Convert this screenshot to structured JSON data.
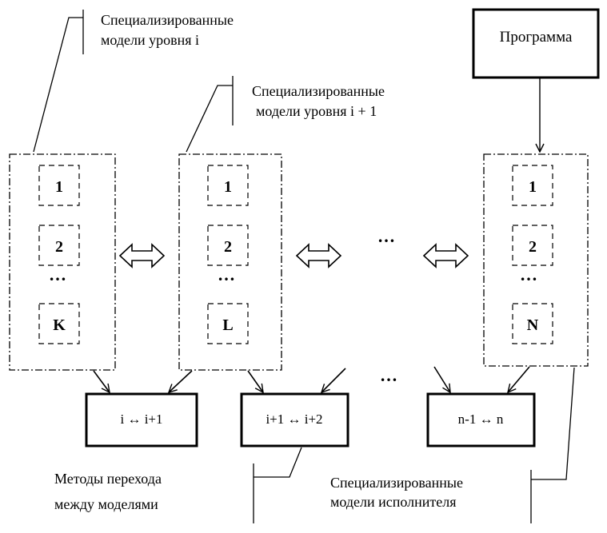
{
  "labels": {
    "level_i": [
      "Специализированные",
      "модели уровня i"
    ],
    "level_i1": [
      "Специализированные",
      "модели уровня i + 1"
    ],
    "program": "Программа",
    "methods": [
      "Методы перехода",
      "между моделями"
    ],
    "executor": [
      "Специализированные",
      "модели исполнителя"
    ]
  },
  "groups": [
    {
      "items": [
        "1",
        "2",
        "…",
        "K"
      ]
    },
    {
      "items": [
        "1",
        "2",
        "…",
        "L"
      ]
    },
    {
      "items": [
        "1",
        "2",
        "…",
        "N"
      ]
    }
  ],
  "between_dots": "…",
  "bottom_dots": "…",
  "transitions": [
    "i ↔ i+1",
    "i+1 ↔ i+2",
    "n-1 ↔ n"
  ]
}
